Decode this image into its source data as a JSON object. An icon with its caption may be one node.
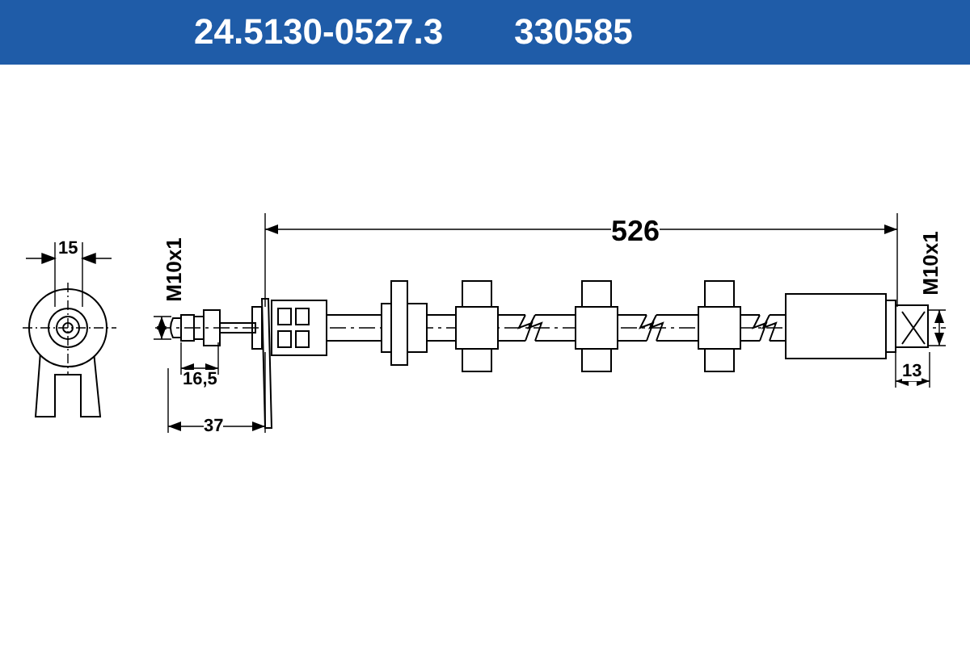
{
  "diagram": {
    "title": "24.5130-0527.3",
    "labels": [
      "330585",
      "15",
      "M10x1",
      "16,5",
      "37",
      "526",
      "M10x1",
      "13"
    ]
  }
}
